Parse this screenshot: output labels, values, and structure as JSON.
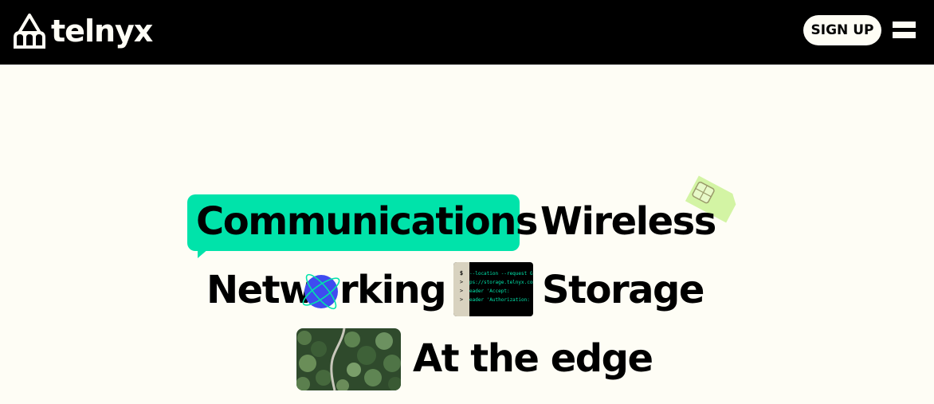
{
  "header": {
    "logo_text": "telnyx",
    "signup_label": "SIGN UP"
  },
  "hero": {
    "words": {
      "communications": "Communications",
      "wireless": "Wireless",
      "networking_pre": "Netw",
      "networking_post": "rking",
      "storage": "Storage",
      "edge": "At the edge"
    },
    "terminal_lines": {
      "gutter": [
        "$",
        ">",
        ">",
        ">"
      ],
      "lines": [
        "--location --request GET \\",
        "ps://storage.telnyx.com/my",
        "eader 'Accept:",
        "eader 'Authorization:"
      ]
    }
  },
  "colors": {
    "header_bg": "#000000",
    "page_bg": "#FEFDF5",
    "accent": "#00E3AA",
    "globe": "#3F4BF0",
    "sim": "#D3F4A4"
  },
  "icons": {
    "logo": "telnyx-logo-icon",
    "menu": "hamburger-menu-icon",
    "globe": "globe-icon",
    "sim": "sim-card-icon"
  }
}
